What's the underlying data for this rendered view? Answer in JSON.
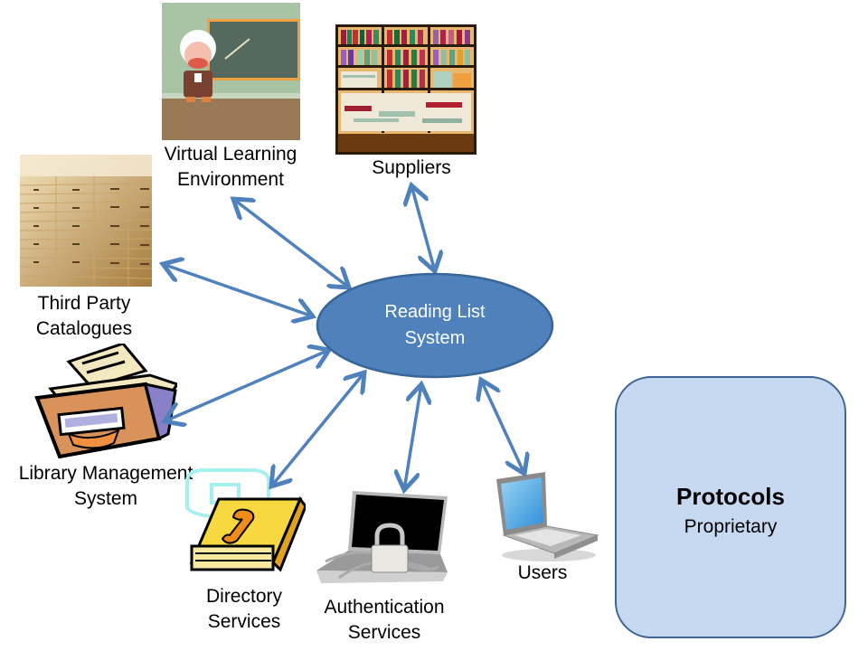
{
  "diagram": {
    "center": {
      "label": "Reading List\nSystem",
      "fill": "#4f81bd",
      "stroke": "#3a6597"
    },
    "arrow_color": "#4f81bd",
    "nodes": [
      {
        "id": "vle",
        "label": "Virtual Learning\nEnvironment",
        "icon": "teacher-blackboard-icon"
      },
      {
        "id": "suppliers",
        "label": "Suppliers",
        "icon": "bookshelf-icon"
      },
      {
        "id": "catalogues",
        "label": "Third Party\nCatalogues",
        "icon": "card-catalogue-cabinet-icon"
      },
      {
        "id": "lms",
        "label": "Library Management\nSystem",
        "icon": "file-drawer-icon"
      },
      {
        "id": "directory",
        "label": "Directory\nServices",
        "icon": "phone-book-icon"
      },
      {
        "id": "auth",
        "label": "Authentication\nServices",
        "icon": "locked-laptop-icon"
      },
      {
        "id": "users",
        "label": "Users",
        "icon": "laptop-icon"
      }
    ],
    "connections": [
      "vle",
      "suppliers",
      "catalogues",
      "lms",
      "directory",
      "auth",
      "users"
    ],
    "connection_type": "bidirectional",
    "legend_box": {
      "title": "Protocols",
      "subtitle": "Proprietary",
      "fill": "#c6d9f1",
      "stroke": "#3e6594"
    }
  }
}
